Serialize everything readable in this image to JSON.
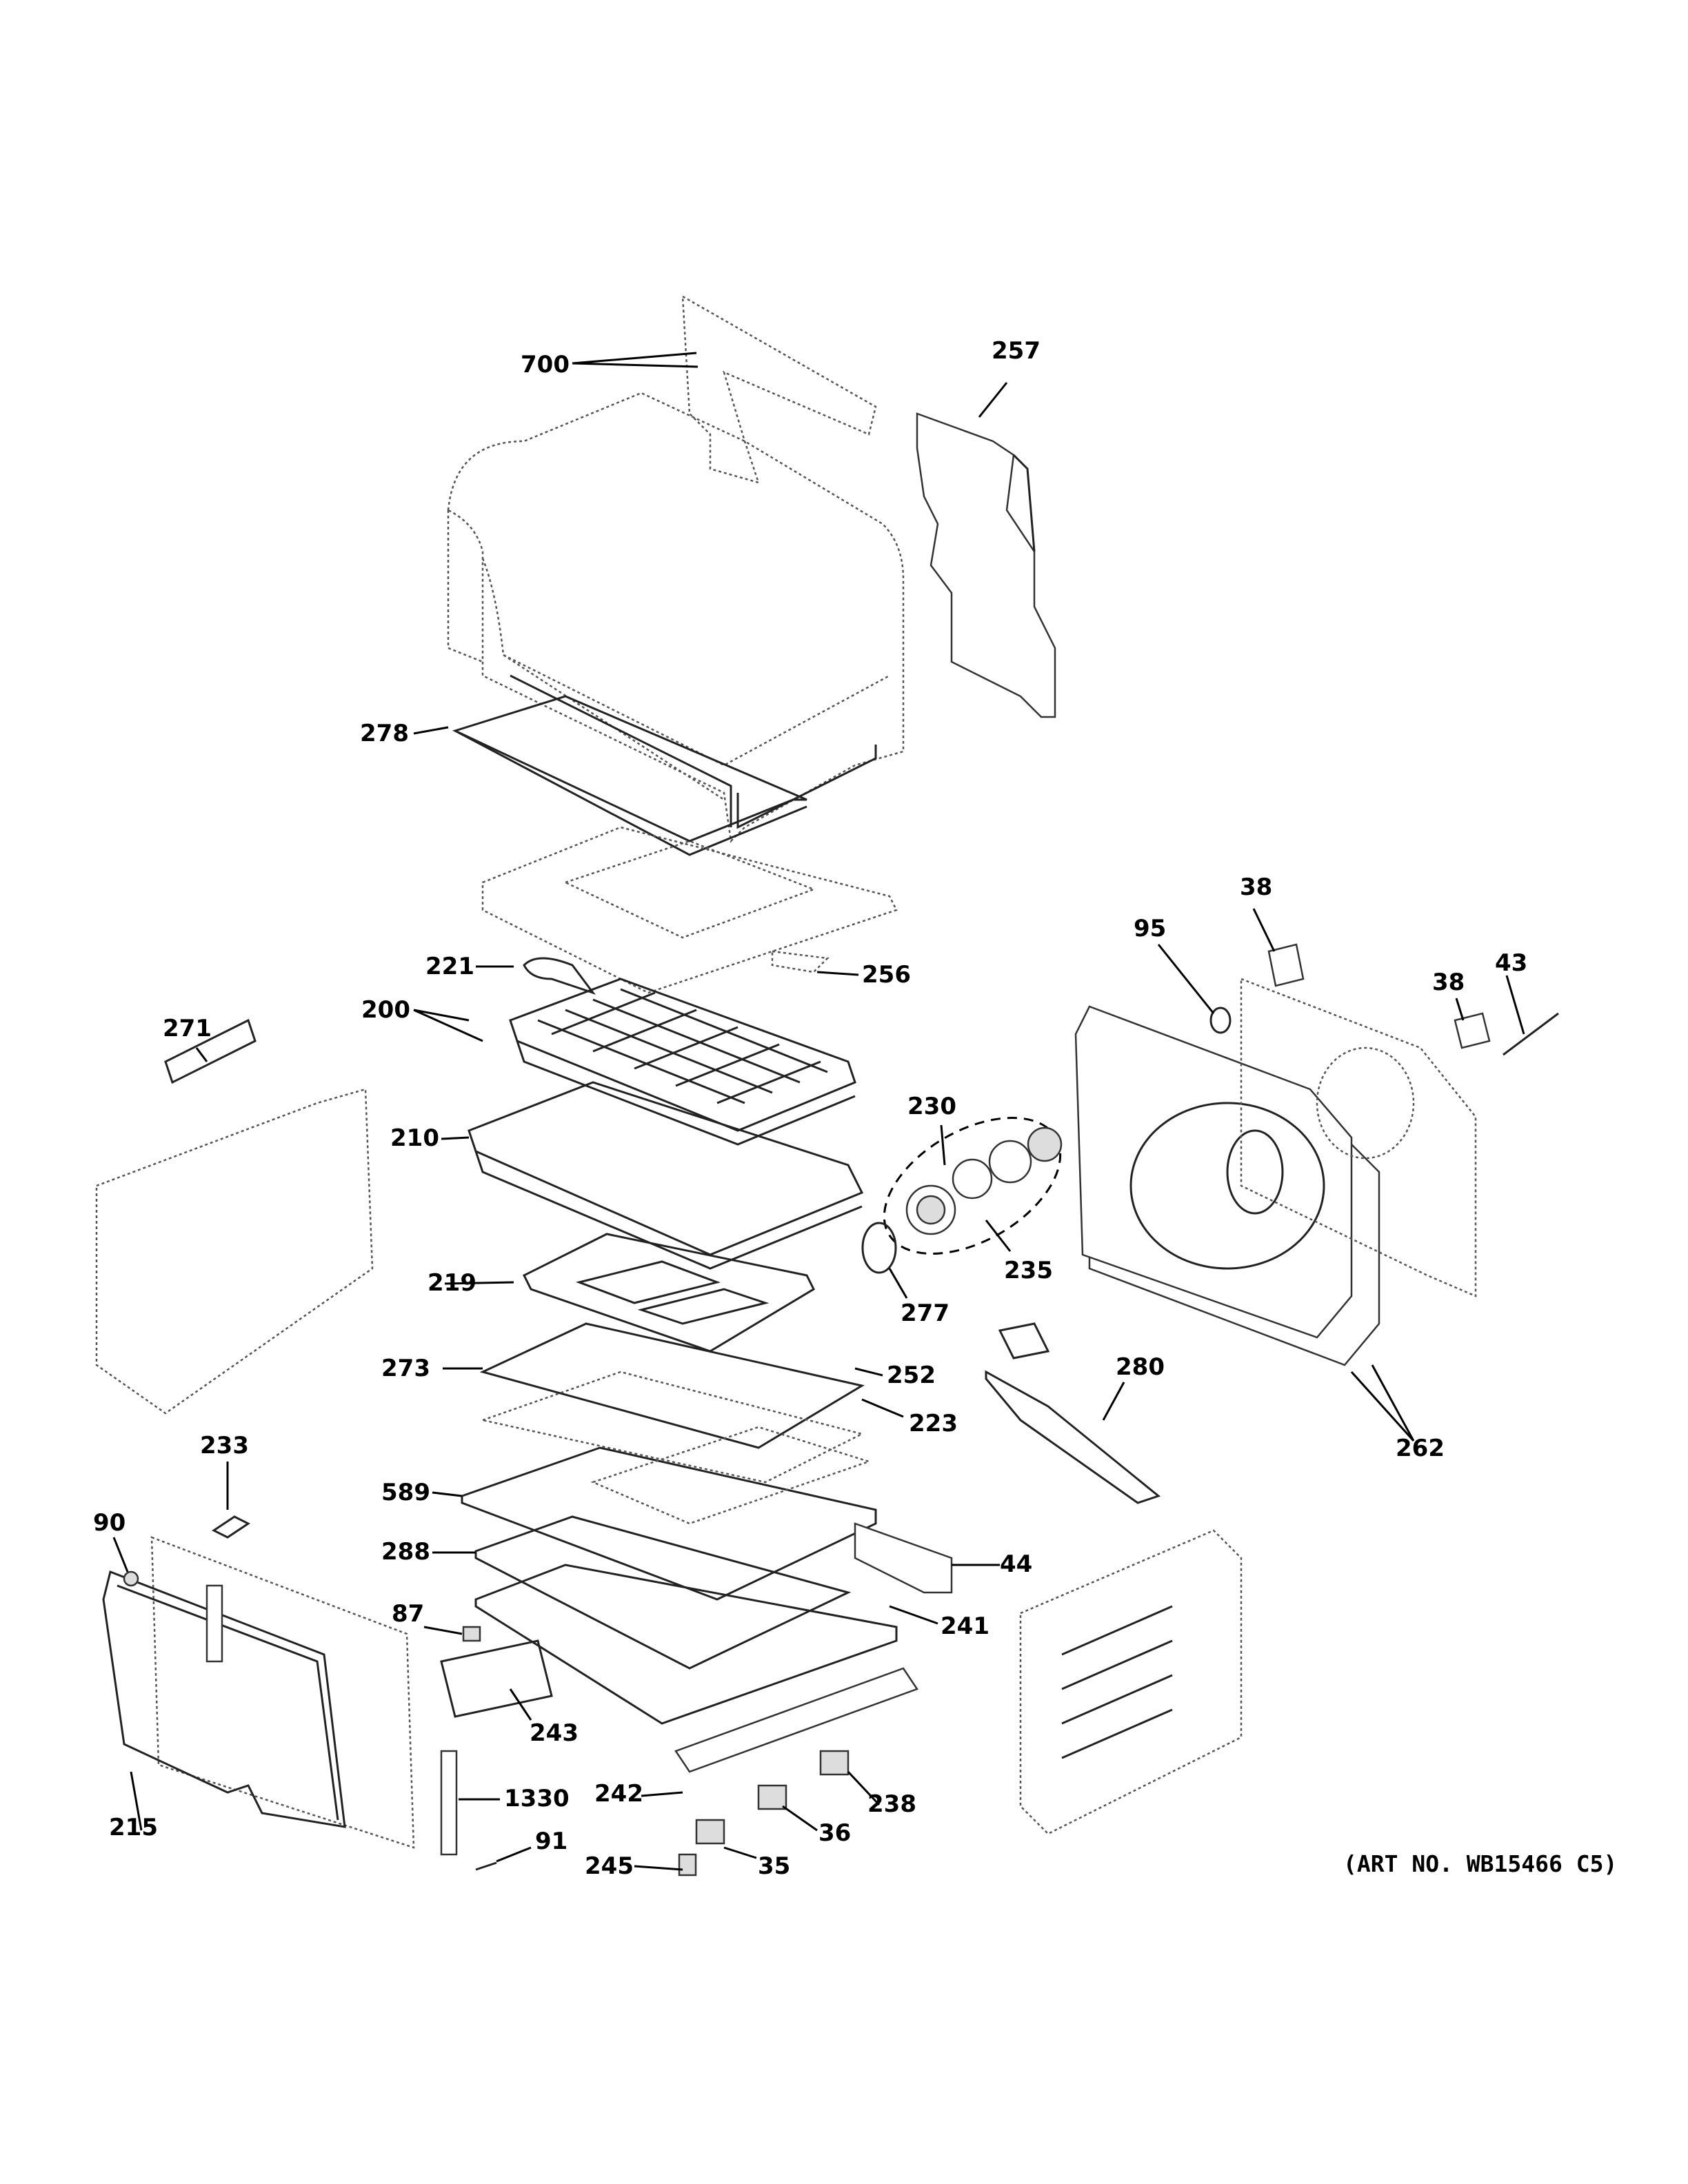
{
  "parts": {
    "p700": "700",
    "p257": "257",
    "p278": "278",
    "p221": "221",
    "p256": "256",
    "p271": "271",
    "p200": "200",
    "p210": "210",
    "p230": "230",
    "p235": "235",
    "p277": "277",
    "p219": "219",
    "p273": "273",
    "p252": "252",
    "p223": "223",
    "p280": "280",
    "p262": "262",
    "p95": "95",
    "p38a": "38",
    "p38b": "38",
    "p43": "43",
    "p233": "233",
    "p90": "90",
    "p589": "589",
    "p44": "44",
    "p288": "288",
    "p241": "241",
    "p87": "87",
    "p243": "243",
    "p242": "242",
    "p238": "238",
    "p36": "36",
    "p1330": "1330",
    "p215": "215",
    "p91": "91",
    "p245": "245",
    "p35": "35"
  },
  "art_number": "(ART NO. WB15466 C5)"
}
